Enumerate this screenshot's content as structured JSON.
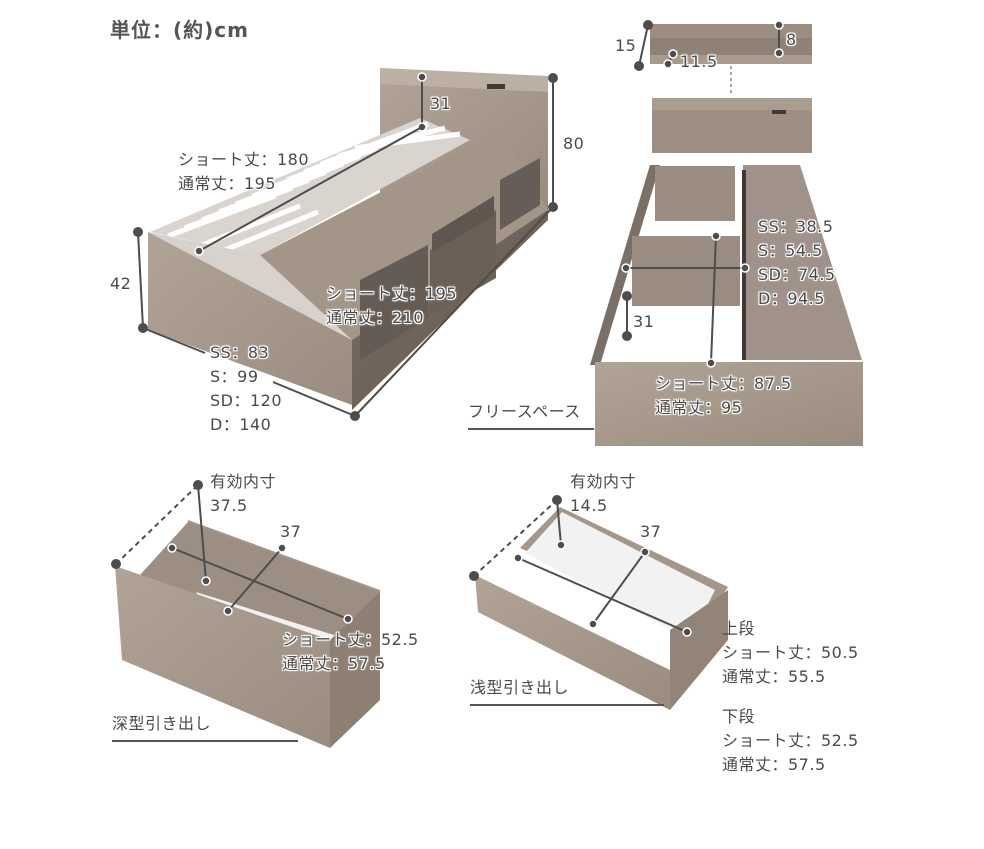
{
  "unit_label": "単位：(約)cm",
  "bed": {
    "headboard_height": "31",
    "total_height": "80",
    "side_height": "42",
    "slat_length": [
      "ショート丈：180",
      "通常丈：195"
    ],
    "frame_length": [
      "ショート丈：195",
      "通常丈：210"
    ],
    "widths": [
      "SS：83",
      "S：99",
      "SD：120",
      "D：140"
    ]
  },
  "shelf": {
    "height": "15",
    "depth": "11.5",
    "back_height": "8"
  },
  "free_space": {
    "caption": "フリースペース",
    "widths": [
      "SS：38.5",
      "S：54.5",
      "SD：74.5",
      "D：94.5"
    ],
    "depth": "31",
    "length": [
      "ショート丈：87.5",
      "通常丈：95"
    ]
  },
  "deep_drawer": {
    "caption": "深型引き出し",
    "inner_label": "有効内寸",
    "inner_height": "37.5",
    "width": "37",
    "length": [
      "ショート丈：52.5",
      "通常丈：57.5"
    ]
  },
  "shallow_drawer": {
    "caption": "浅型引き出し",
    "inner_label": "有効内寸",
    "inner_height": "14.5",
    "width": "37",
    "upper_title": "上段",
    "upper_length": [
      "ショート丈：50.5",
      "通常丈：55.5"
    ],
    "lower_title": "下段",
    "lower_length": [
      "ショート丈：52.5",
      "通常丈：57.5"
    ]
  },
  "colors": {
    "wood_light": "#a89a8c",
    "wood_mid": "#8f8174",
    "wood_dark": "#6e645c",
    "slat": "#f2f0ed",
    "line": "#4d4d4d"
  }
}
